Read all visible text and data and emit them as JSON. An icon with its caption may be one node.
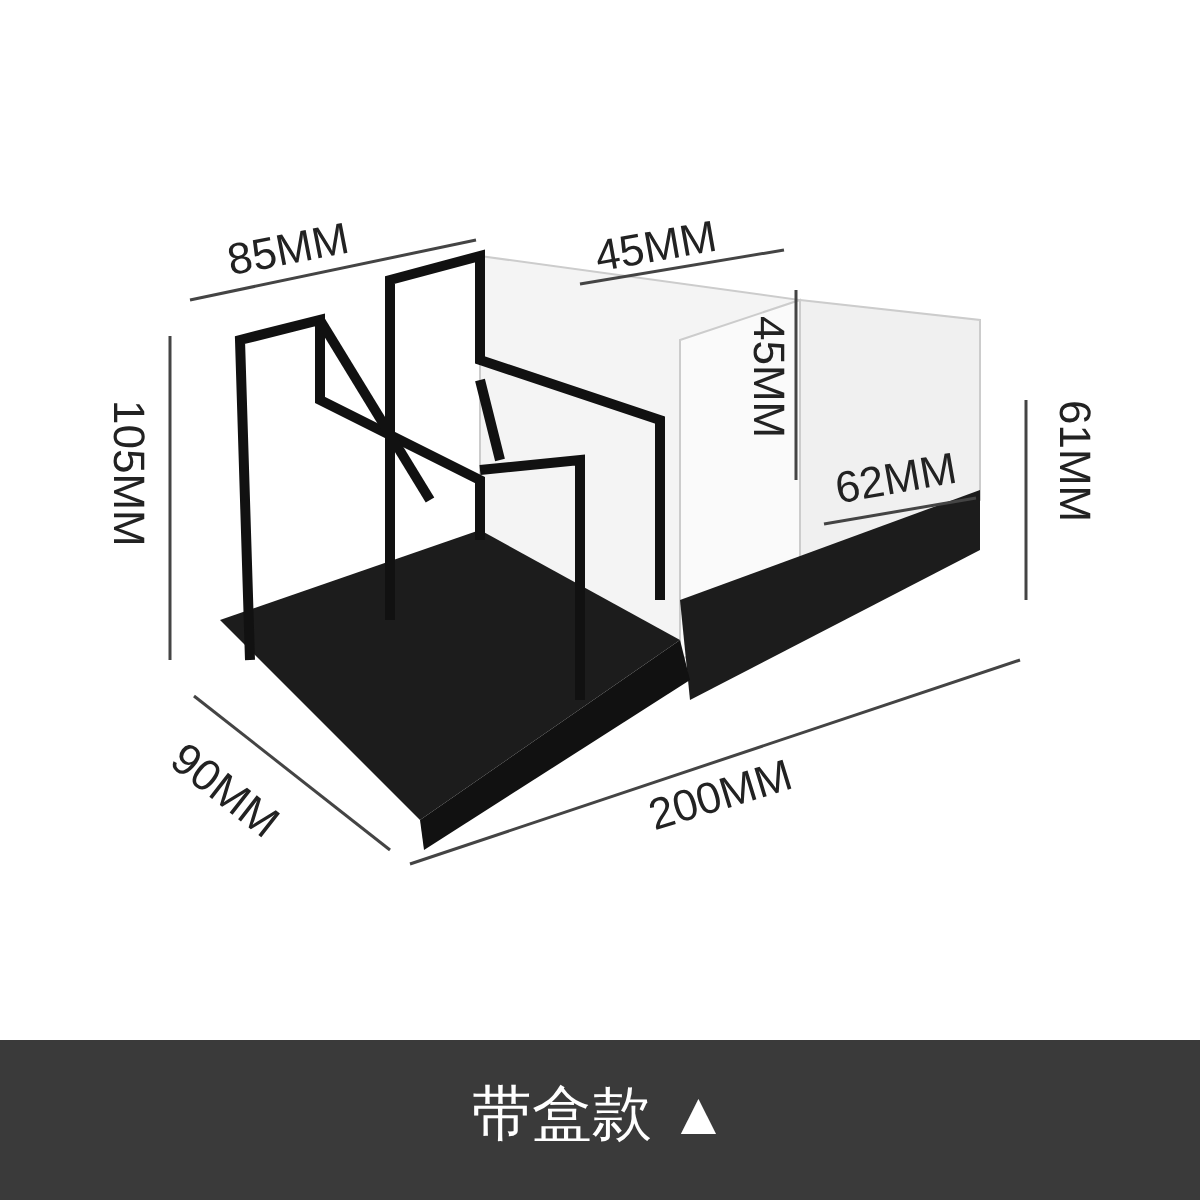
{
  "diagram": {
    "caption": "带盒款 ▲",
    "labels": [
      "85MM",
      "45MM",
      "45MM",
      "105MM",
      "61MM",
      "62MM",
      "90MM",
      "200MM"
    ]
  }
}
